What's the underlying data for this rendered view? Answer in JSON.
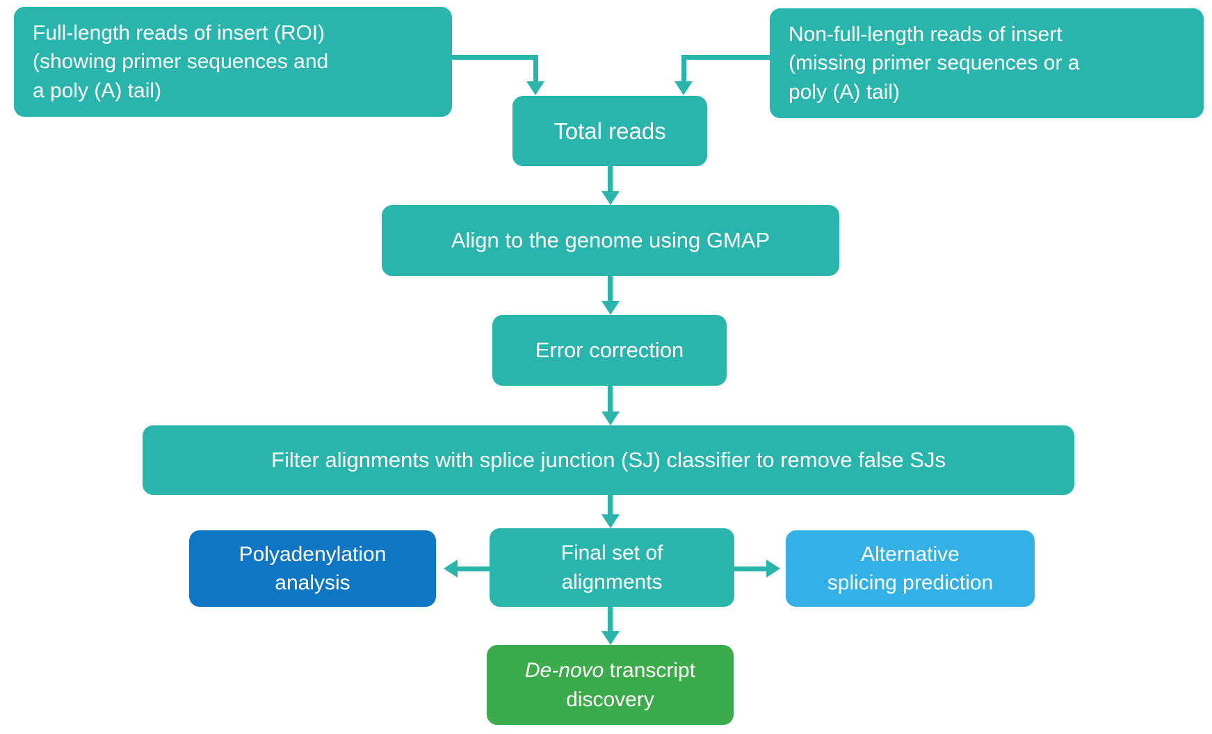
{
  "colors": {
    "teal": "#2ab5ac",
    "blue_dark": "#0e76c4",
    "blue_light": "#33b1e7",
    "green": "#3cab4b",
    "text_white": "#ffffff",
    "background": "#ffffff"
  },
  "nodes": {
    "full_length": {
      "line1": "Full-length reads of insert (ROI)",
      "line2": "(showing primer sequences and",
      "line3": "a poly (A) tail)"
    },
    "non_full_length": {
      "line1": "Non-full-length reads of insert",
      "line2": "(missing primer sequences or a",
      "line3": "poly (A) tail)"
    },
    "total_reads": {
      "label": "Total reads"
    },
    "align": {
      "label": "Align to the genome using GMAP"
    },
    "error": {
      "label": "Error correction"
    },
    "filter": {
      "label": "Filter alignments with splice junction (SJ) classifier to remove false SJs"
    },
    "poly": {
      "line1": "Polyadenylation",
      "line2": "analysis"
    },
    "final_set": {
      "line1": "Final set of",
      "line2": "alignments"
    },
    "alt_splicing": {
      "line1": "Alternative",
      "line2": "splicing prediction"
    },
    "denovo": {
      "italic": "De-novo",
      "line1_rest": " transcript",
      "line2": "discovery"
    }
  },
  "edges": [
    {
      "from": "full-length-reads",
      "to": "total-reads"
    },
    {
      "from": "non-full-length-reads",
      "to": "total-reads"
    },
    {
      "from": "total-reads",
      "to": "align-gmap"
    },
    {
      "from": "align-gmap",
      "to": "error-correction"
    },
    {
      "from": "error-correction",
      "to": "sj-filter"
    },
    {
      "from": "sj-filter",
      "to": "final-alignments"
    },
    {
      "from": "final-alignments",
      "to": "polyadenylation-analysis"
    },
    {
      "from": "final-alignments",
      "to": "alternative-splicing-prediction"
    },
    {
      "from": "final-alignments",
      "to": "de-novo-transcript-discovery"
    }
  ]
}
